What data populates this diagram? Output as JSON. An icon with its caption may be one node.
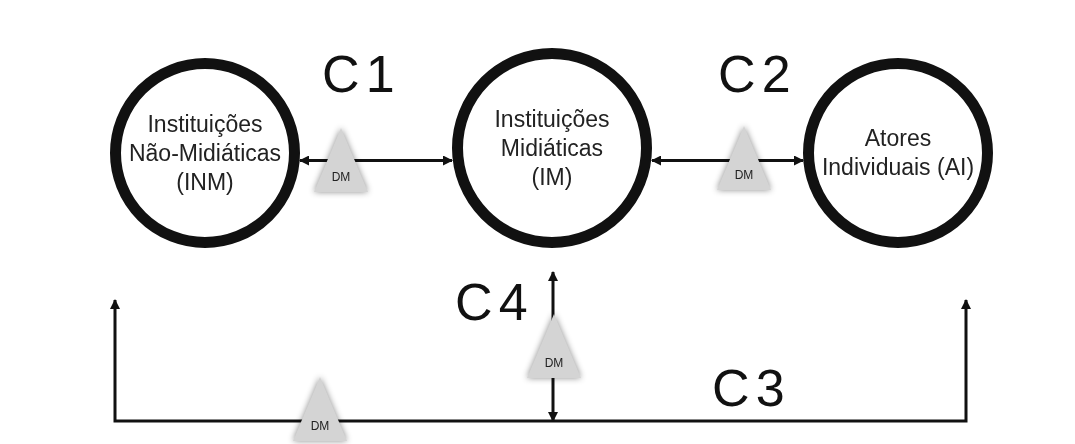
{
  "diagram": {
    "nodes": [
      {
        "text": [
          "Instituições Não-Midiáticas (INM)"
        ]
      },
      {
        "text": [
          "Instituições Midiáticas (IM)"
        ]
      },
      {
        "text": [
          "Atores Individuais (AI)"
        ]
      }
    ],
    "edges": [
      {
        "from": 0,
        "to": 1,
        "arrow": "both",
        "label": "C1"
      },
      {
        "from": 1,
        "to": 2,
        "arrow": "both",
        "label": "C2"
      },
      {
        "from": 0,
        "to": 2,
        "arrow": "both",
        "label": "C3"
      },
      {
        "from": null,
        "to": 1,
        "arrow": "both",
        "label": "C4"
      }
    ],
    "labels": [
      "DM",
      "DM",
      "DM",
      "DM"
    ]
  }
}
